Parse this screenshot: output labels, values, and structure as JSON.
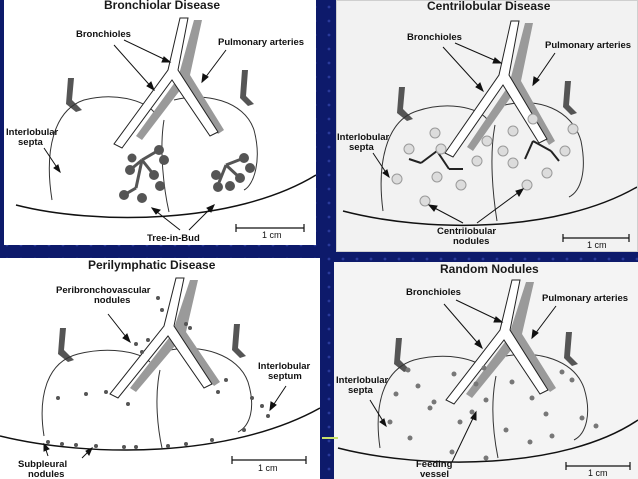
{
  "panels": {
    "bronchiolar": {
      "title": "Bronchiolar Disease",
      "labels": {
        "bronchioles": "Bronchioles",
        "arteries": "Pulmonary arteries",
        "septa_l1": "Interlobular",
        "septa_l2": "septa",
        "tib": "Tree-in-Bud"
      },
      "scale": "1 cm"
    },
    "centrilobular": {
      "title": "Centrilobular Disease",
      "labels": {
        "bronchioles": "Bronchioles",
        "arteries": "Pulmonary arteries",
        "septa_l1": "Interlobular",
        "septa_l2": "septa",
        "nodules_l1": "Centrilobular",
        "nodules_l2": "nodules"
      },
      "scale": "1 cm"
    },
    "perilymphatic": {
      "title": "Perilymphatic Disease",
      "labels": {
        "peri_l1": "Peribronchovascular",
        "peri_l2": "nodules",
        "septum_l1": "Interlobular",
        "septum_l2": "septum",
        "sub_l1": "Subpleural",
        "sub_l2": "nodules"
      },
      "scale": "1 cm"
    },
    "random": {
      "title": "Random Nodules",
      "labels": {
        "bronchioles": "Bronchioles",
        "arteries": "Pulmonary arteries",
        "septa_l1": "Interlobular",
        "septa_l2": "septa",
        "feed_l1": "Feeding",
        "feed_l2": "vessel"
      },
      "scale": "1 cm"
    }
  },
  "colors": {
    "background": "#0d1a6b",
    "panel": "#ffffff",
    "septa": "#555555",
    "artery": "#999999",
    "nodule": "#666666"
  }
}
